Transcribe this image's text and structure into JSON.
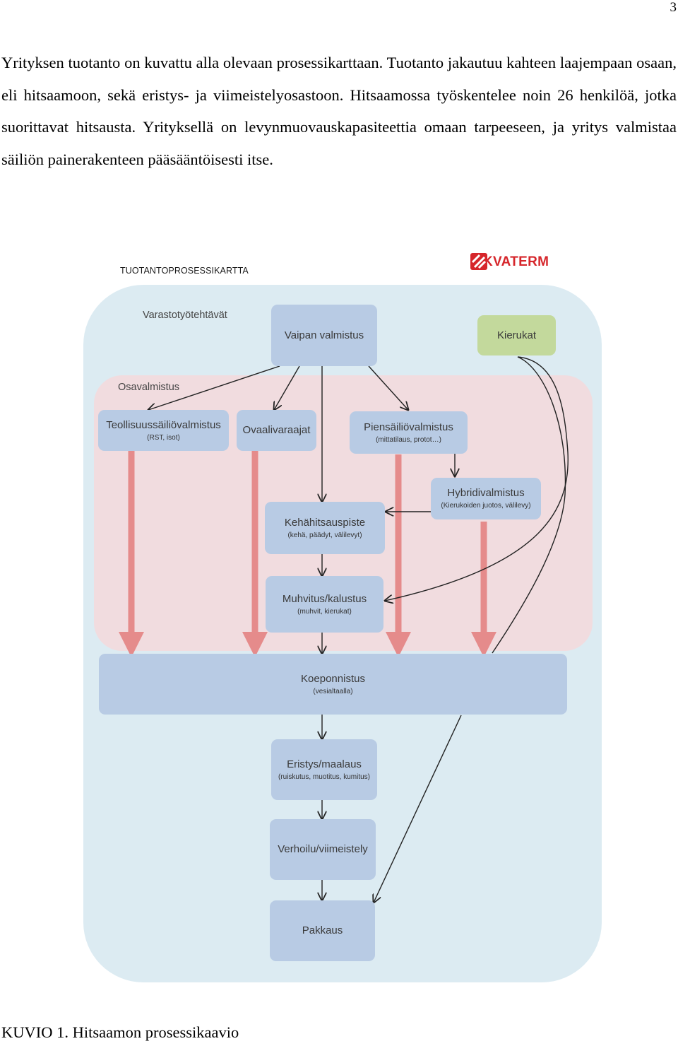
{
  "page_number": "3",
  "paragraph": "Yrityksen tuotanto on kuvattu alla olevaan prosessikarttaan. Tuotanto jakautuu kahteen laajempaan osaan, eli hitsaamoon, sekä eristys- ja viimeistelyosastoon. Hitsaamossa työskentelee noin 26 henkilöä, jotka suorittavat hitsausta. Yrityksellä on levynmuovauskapasiteettia omaan tarpeeseen, ja yritys valmistaa säiliön painerakenteen pääsääntöisesti itse.",
  "figure": {
    "title": "TUOTANTOPROSESSIKARTTA",
    "logo_text": "AKVATERM",
    "regions": {
      "warehouse": "Varastotyötehtävät",
      "subassembly": "Osavalmistus"
    },
    "boxes": {
      "vaipan": {
        "label": "Vaipan valmistus",
        "sub": ""
      },
      "kierukat": {
        "label": "Kierukat",
        "sub": ""
      },
      "teollisuus": {
        "label": "Teollisuussäiliövalmistus",
        "sub": "(RST, isot)"
      },
      "ovaali": {
        "label": "Ovaalivaraajat",
        "sub": ""
      },
      "piensaili": {
        "label": "Piensäiliövalmistus",
        "sub": "(mittatilaus, protot…)"
      },
      "hybridi": {
        "label": "Hybridivalmistus",
        "sub": "(Kierukoiden juotos, välilevy)"
      },
      "kehahits": {
        "label": "Kehähitsauspiste",
        "sub": "(kehä, päädyt, välilevyt)"
      },
      "muhvitus": {
        "label": "Muhvitus/kalustus",
        "sub": "(muhvit, kierukat)"
      },
      "koepon": {
        "label": "Koeponnistus",
        "sub": "(vesialtaalla)"
      },
      "eristys": {
        "label": "Eristys/maalaus",
        "sub": "(ruiskutus, muotitus, kumitus)"
      },
      "verhoilu": {
        "label": "Verhoilu/viimeistely",
        "sub": ""
      },
      "pakkaus": {
        "label": "Pakkaus",
        "sub": ""
      }
    },
    "colors": {
      "outer_region": "#dcebf2",
      "inner_region": "#f1dcdf",
      "box": "#b8cbe4",
      "kierukat_box": "#c3d99c",
      "flow_arrow": "#e58b8b",
      "logo": "#d6262b"
    }
  },
  "caption": "KUVIO 1. Hitsaamon prosessikaavio"
}
